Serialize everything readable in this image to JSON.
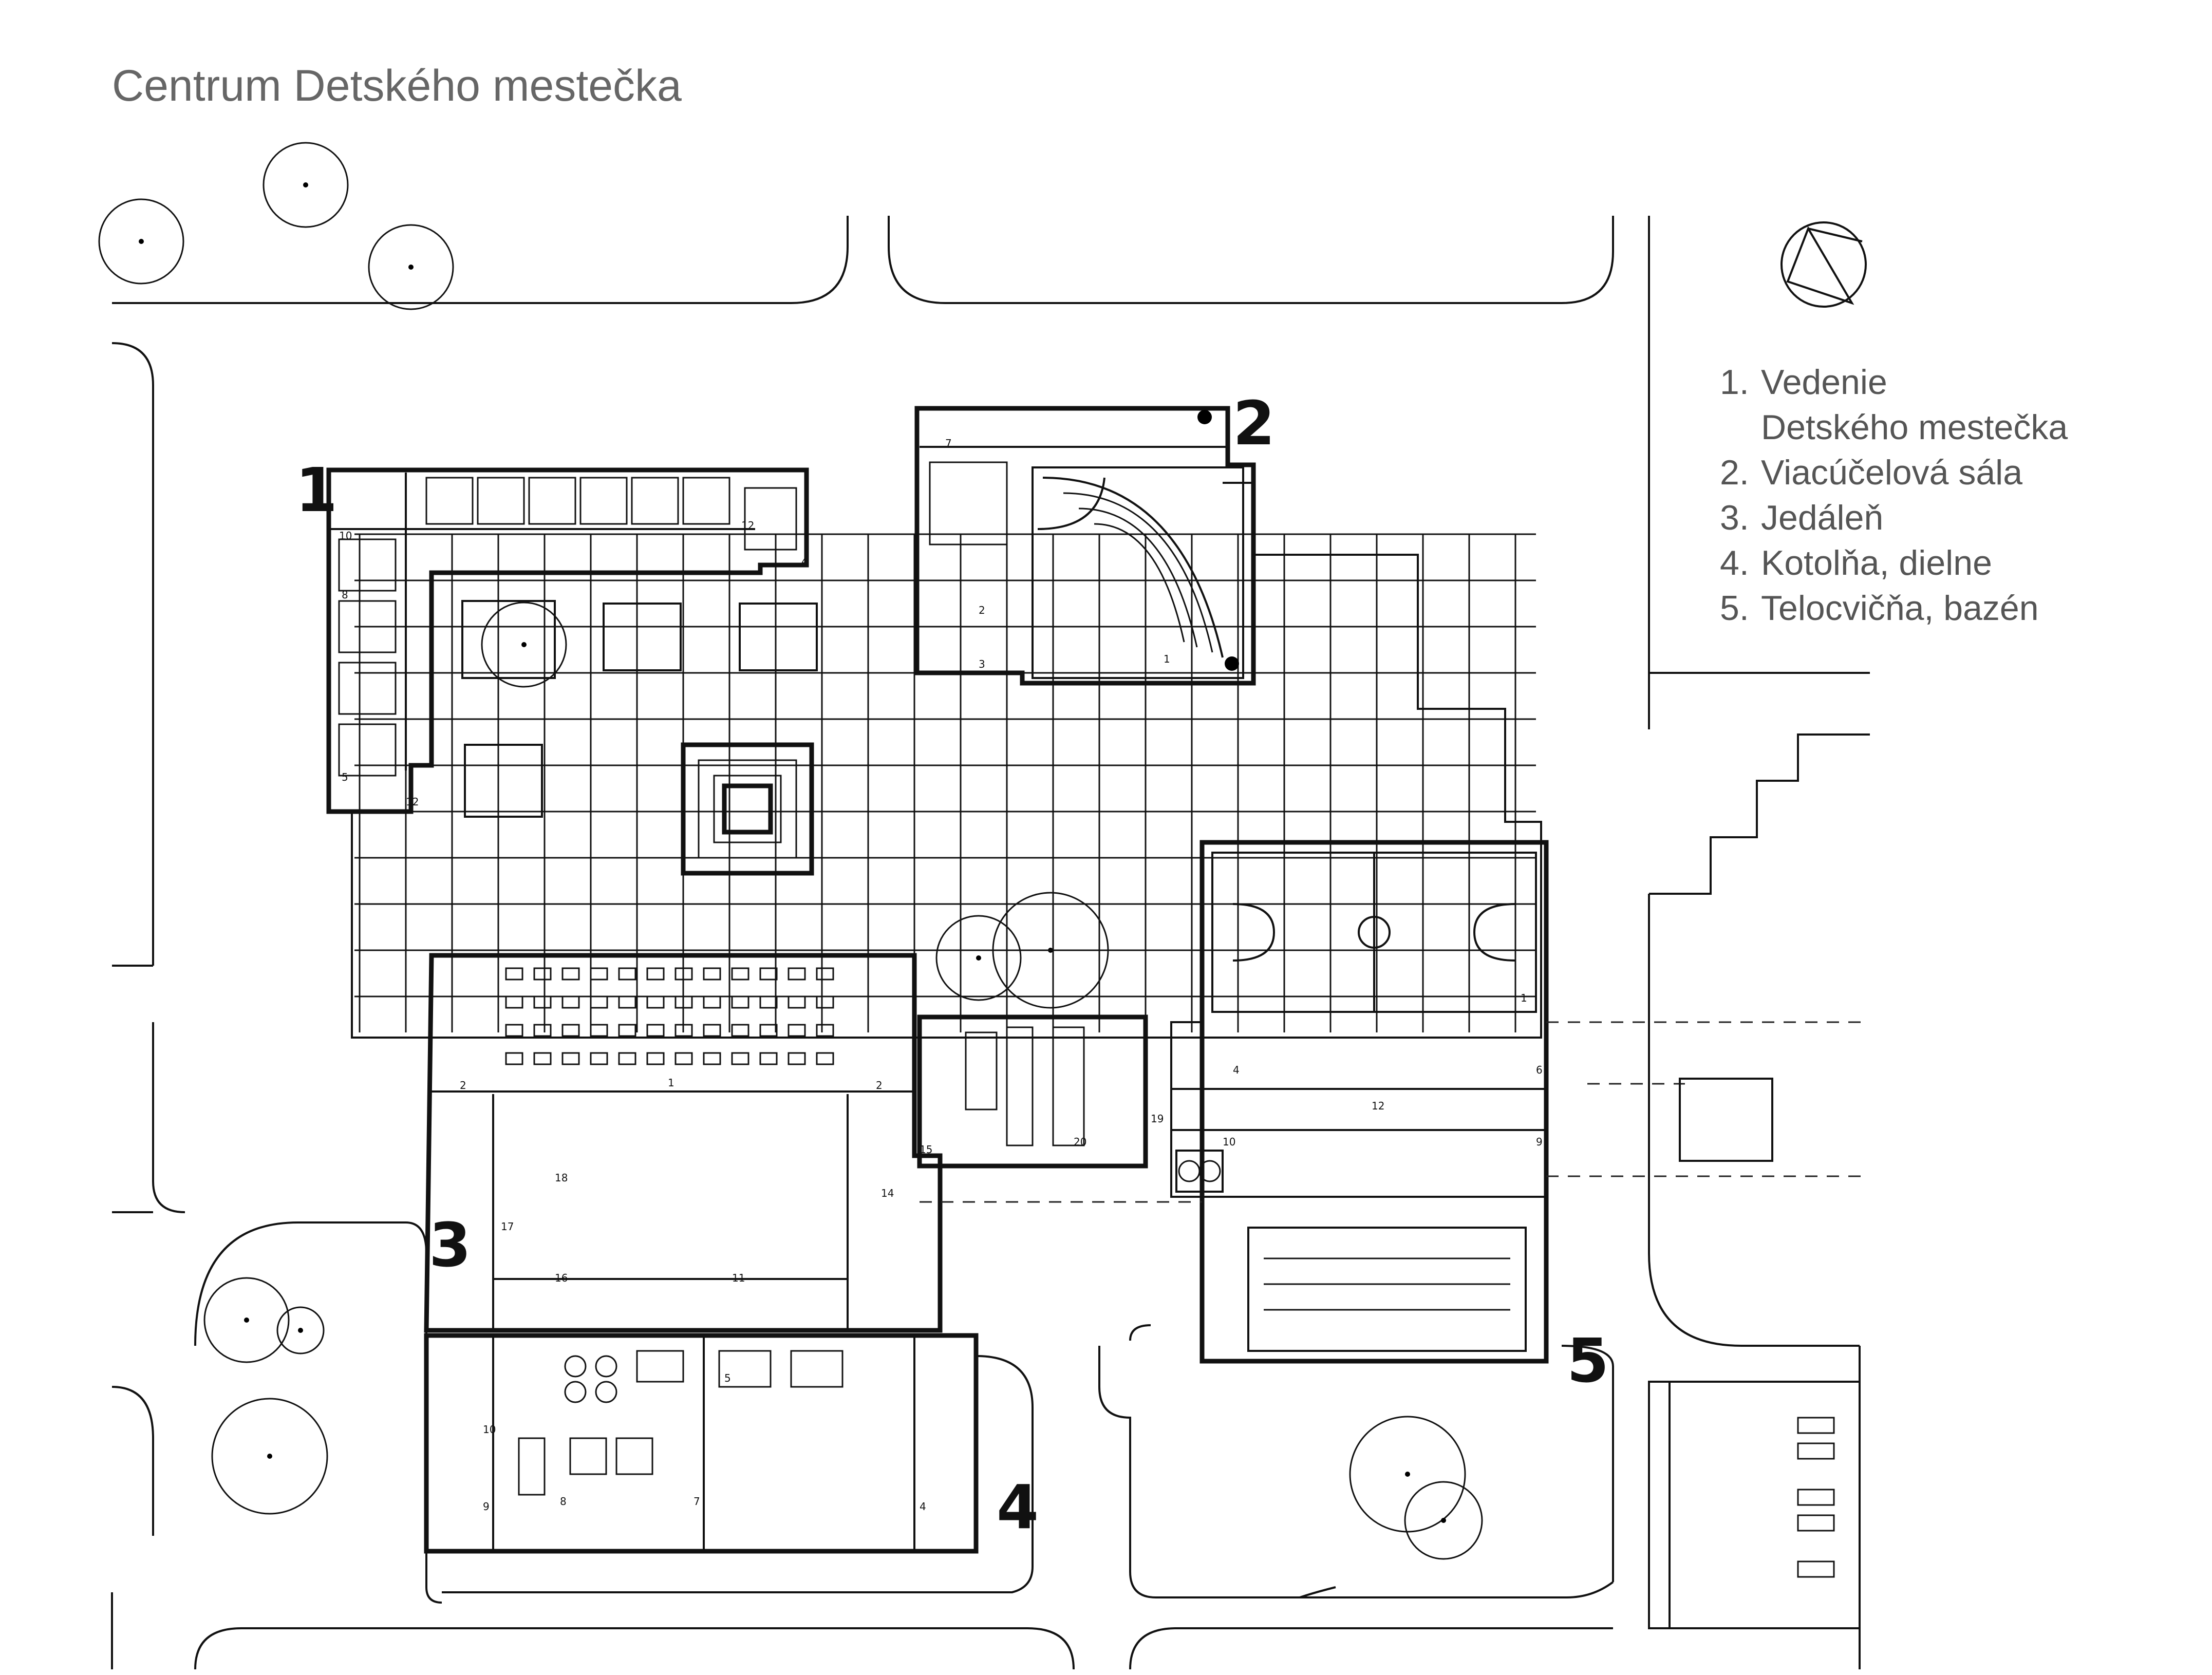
{
  "title": "Centrum Detského mestečka",
  "legend": [
    {
      "number": "1.",
      "text": "Vedenie\nDetského mestečka"
    },
    {
      "number": "2.",
      "text": "Viacúčelová sála"
    },
    {
      "number": "3.",
      "text": "Jedáleň"
    },
    {
      "number": "4.",
      "text": "Kotolňa, dielne"
    },
    {
      "number": "5.",
      "text": "Telocvičňa, bazén"
    }
  ],
  "plan_labels": {
    "building_1": "1",
    "building_2": "2",
    "building_3": "3",
    "building_4": "4",
    "building_5": "5"
  },
  "room_numbers": {
    "r1": "1",
    "r2": "2",
    "r3": "3",
    "r4": "4",
    "r5": "5",
    "r6": "6",
    "r7": "7",
    "r8": "8",
    "r9": "9",
    "r10": "10",
    "r11": "11",
    "r12": "12",
    "r14": "14",
    "r15": "15",
    "r16": "16",
    "r17": "17",
    "r18": "18",
    "r19": "19",
    "r20": "20"
  },
  "icons": [
    "north-arrow-icon",
    "tree-icon",
    "parking-icon"
  ]
}
